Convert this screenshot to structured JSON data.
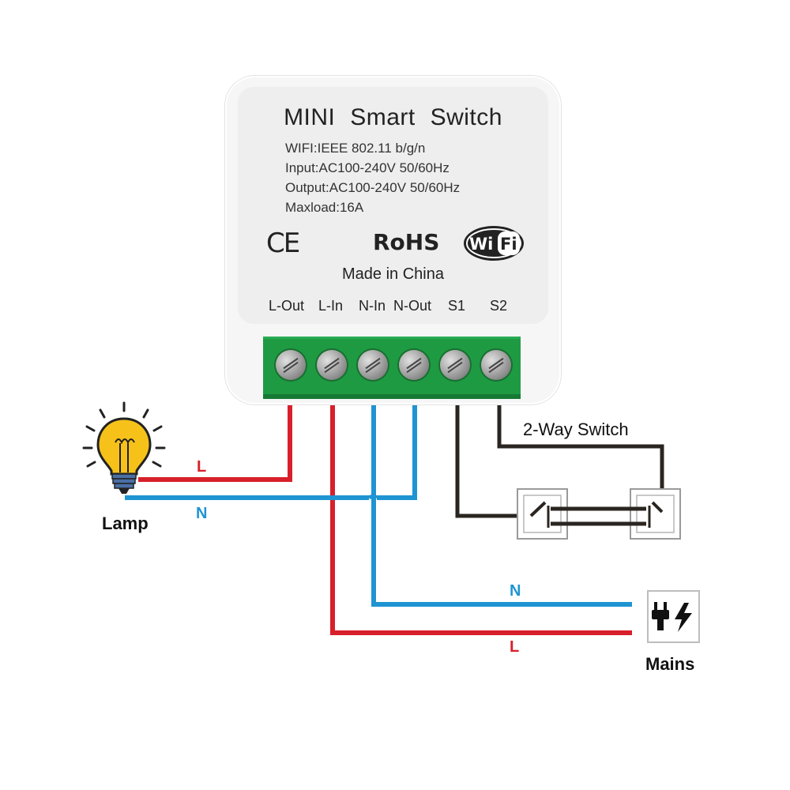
{
  "device": {
    "title": "MINI Smart Switch",
    "specs": [
      "WIFI:IEEE 802.11 b/g/n",
      "Input:AC100-240V 50/60Hz",
      "Output:AC100-240V 50/60Hz",
      "Maxload:16A"
    ],
    "ce_mark": "CE",
    "rohs_mark": "RoHS",
    "wifi_logo": "WiFi",
    "origin": "Made in China",
    "terminals": [
      "L-Out",
      "L-In",
      "N-In",
      "N-Out",
      "S1",
      "S2"
    ]
  },
  "diagram": {
    "lamp_label": "Lamp",
    "mains_label": "Mains",
    "switch_label": "2-Way Switch",
    "wire_labels": {
      "lamp_live": "L",
      "lamp_neutral": "N",
      "mains_neutral": "N",
      "mains_live": "L"
    }
  },
  "colors": {
    "live": "#d7202b",
    "neutral": "#1f94d2",
    "switch_wire": "#2a2520",
    "terminal_block": "#1e9a43",
    "bulb": "#f6c21a"
  },
  "icons": [
    "lightbulb-icon",
    "plug-lightning-icon",
    "wifi-logo-icon",
    "two-way-switch-icon"
  ]
}
